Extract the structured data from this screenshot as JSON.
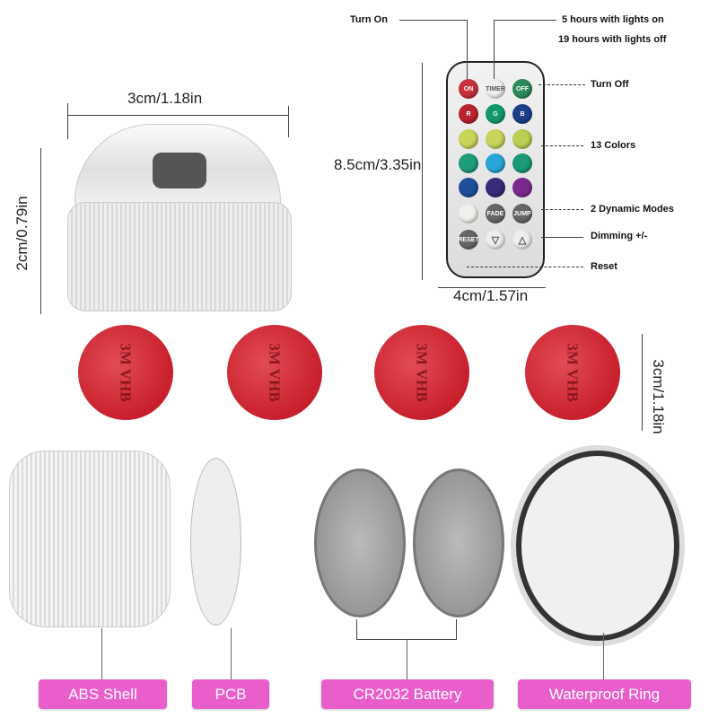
{
  "dimensions": {
    "lamp_width": "3cm/1.18in",
    "lamp_height": "2cm/0.79in",
    "remote_height": "8.5cm/3.35in",
    "remote_width": "4cm/1.57in",
    "sticker_diameter": "3cm/1.18in"
  },
  "remote": {
    "callouts": {
      "turn_on": "Turn On",
      "timer_line1": "5 hours with lights on",
      "timer_line2": "19 hours with lights off",
      "turn_off": "Turn Off",
      "colors": "13 Colors",
      "modes": "2 Dynamic Modes",
      "dimming": "Dimming +/-",
      "reset": "Reset"
    },
    "buttons": {
      "on": "ON",
      "timer": "TIMER",
      "off": "OFF",
      "r": "R",
      "g": "G",
      "b": "B",
      "fade": "FADE",
      "jump": "JUMP",
      "reset": "RESET"
    },
    "colors": [
      "#c9d45a",
      "#c9d45a",
      "#b9d052",
      "#1f9c7a",
      "#29a6d8",
      "#1a9a76",
      "#1f4f9a",
      "#3a2a7a",
      "#7a2a8f",
      "#eef0ea"
    ]
  },
  "sticker_text": "3M VHB",
  "parts": {
    "abs_shell": "ABS Shell",
    "pcb": "PCB",
    "battery": "CR2032 Battery",
    "ring": "Waterproof Ring"
  },
  "accent": "#ea5ecb"
}
